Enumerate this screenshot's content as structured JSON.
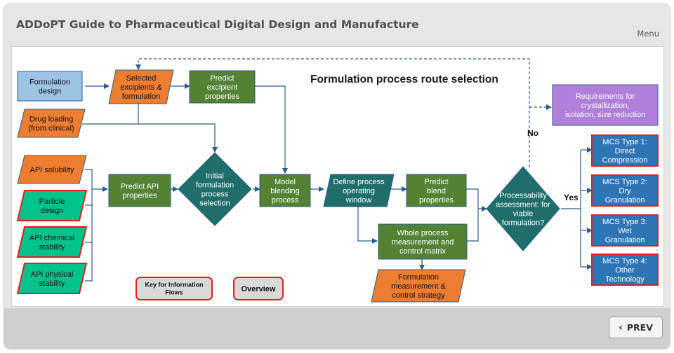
{
  "header": {
    "title": "ADDoPT Guide to Pharmaceutical Digital Design and Manufacture",
    "menu_label": "Menu"
  },
  "diagram": {
    "title": "Formulation process route selection",
    "nodes": {
      "formulation_design": [
        "Formulation",
        "design"
      ],
      "selected_excipients": [
        "Selected",
        "excipients &",
        "formulation"
      ],
      "predict_excipient": [
        "Predict",
        "excipient",
        "properties"
      ],
      "drug_loading": [
        "Drug loading",
        "(from clinical)"
      ],
      "api_solubility": [
        "API solubility"
      ],
      "particle_design": [
        "Particle",
        "design"
      ],
      "api_chemical": [
        "API chemical",
        "stability"
      ],
      "api_physical": [
        "API physical",
        "stability"
      ],
      "predict_api": [
        "Predict API",
        "properties"
      ],
      "initial_formulation": [
        "Initial",
        "formulation",
        "process",
        "selection"
      ],
      "model_blending": [
        "Model",
        "blending",
        "process"
      ],
      "define_process": [
        "Define process",
        "operating",
        "window"
      ],
      "predict_blend": [
        "Predict",
        "blend",
        "properties"
      ],
      "whole_process": [
        "Whole process",
        "measurement and",
        "control matrix"
      ],
      "formulation_strategy": [
        "Formulation",
        "measurement &",
        "control strategy"
      ],
      "processability": [
        "Processability",
        "assessment: for",
        "viable",
        "formulation?"
      ],
      "requirements": [
        "Requirements for",
        "crystallization,",
        "isolation, size reduction"
      ],
      "mcs1": [
        "MCS Type 1:",
        "Direct",
        "Compression"
      ],
      "mcs2": [
        "MCS Type 2:",
        "Dry",
        "Granulation"
      ],
      "mcs3": [
        "MCS Type 3:",
        "Wet",
        "Granulation"
      ],
      "mcs4": [
        "MCS Type 4:",
        "Other",
        "Technology"
      ]
    },
    "edge_labels": {
      "no": "No",
      "yes": "Yes"
    },
    "key_label": [
      "Key for Information",
      "Flows"
    ],
    "overview_label": "Overview"
  },
  "footer": {
    "prev_label": "PREV",
    "prev_icon": "chevron-left-icon"
  },
  "colors": {
    "blue": "#9dc3e6",
    "orange": "#ed7d31",
    "green": "#548235",
    "teal": "#1f6e6b",
    "mint": "#00c28a",
    "purple": "#b07fd9",
    "mcs": "#2e75b6",
    "red": "#e02020",
    "line": "#2e5c8a",
    "grey_btn": "#d9d9d9"
  }
}
